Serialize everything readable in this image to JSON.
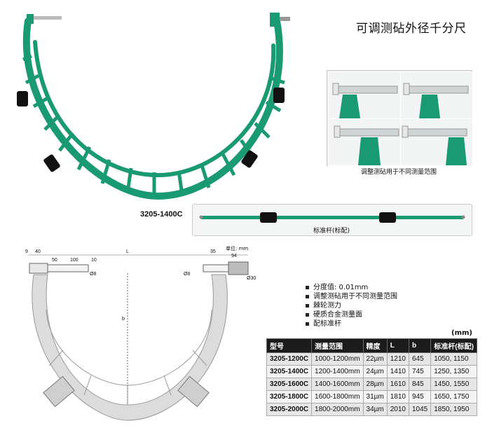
{
  "title": "可调测砧外径千分尺",
  "model_label": "3205-1400C",
  "panel_caption": "调整测砧用于不同测量范围",
  "rod_caption": "标准杆(标配)",
  "unit_note": "单位: mm",
  "dimensions": {
    "d9": "9",
    "d40": "40",
    "d50": "50",
    "d100": "100",
    "d10": "10",
    "L": "L",
    "d35": "35",
    "d94": "94",
    "phi8a": "Ø8",
    "phi8b": "Ø8",
    "phi30": "Ø30",
    "b": "b"
  },
  "features": [
    "分度值: 0.01mm",
    "调整测砧用于不同测量范围",
    "棘轮测力",
    "硬质合金测量面",
    "配标准杆"
  ],
  "table_unit": "(mm)",
  "table": {
    "headers": [
      "型号",
      "测量范围",
      "精度",
      "L",
      "b",
      "标准杆(标配)"
    ],
    "rows": [
      [
        "3205-1200C",
        "1000-1200mm",
        "22µm",
        "1210",
        "645",
        "1050, 1150"
      ],
      [
        "3205-1400C",
        "1200-1400mm",
        "24µm",
        "1410",
        "745",
        "1250, 1350"
      ],
      [
        "3205-1600C",
        "1400-1600mm",
        "28µm",
        "1610",
        "845",
        "1450, 1550"
      ],
      [
        "3205-1800C",
        "1600-1800mm",
        "31µm",
        "1810",
        "945",
        "1650, 1750"
      ],
      [
        "3205-2000C",
        "1800-2000mm",
        "34µm",
        "2010",
        "1045",
        "1850, 1950"
      ]
    ]
  },
  "colors": {
    "frame_green": "#1a9a72",
    "frame_dark": "#0f6e50",
    "sketch_gray": "#dcdcdc"
  }
}
